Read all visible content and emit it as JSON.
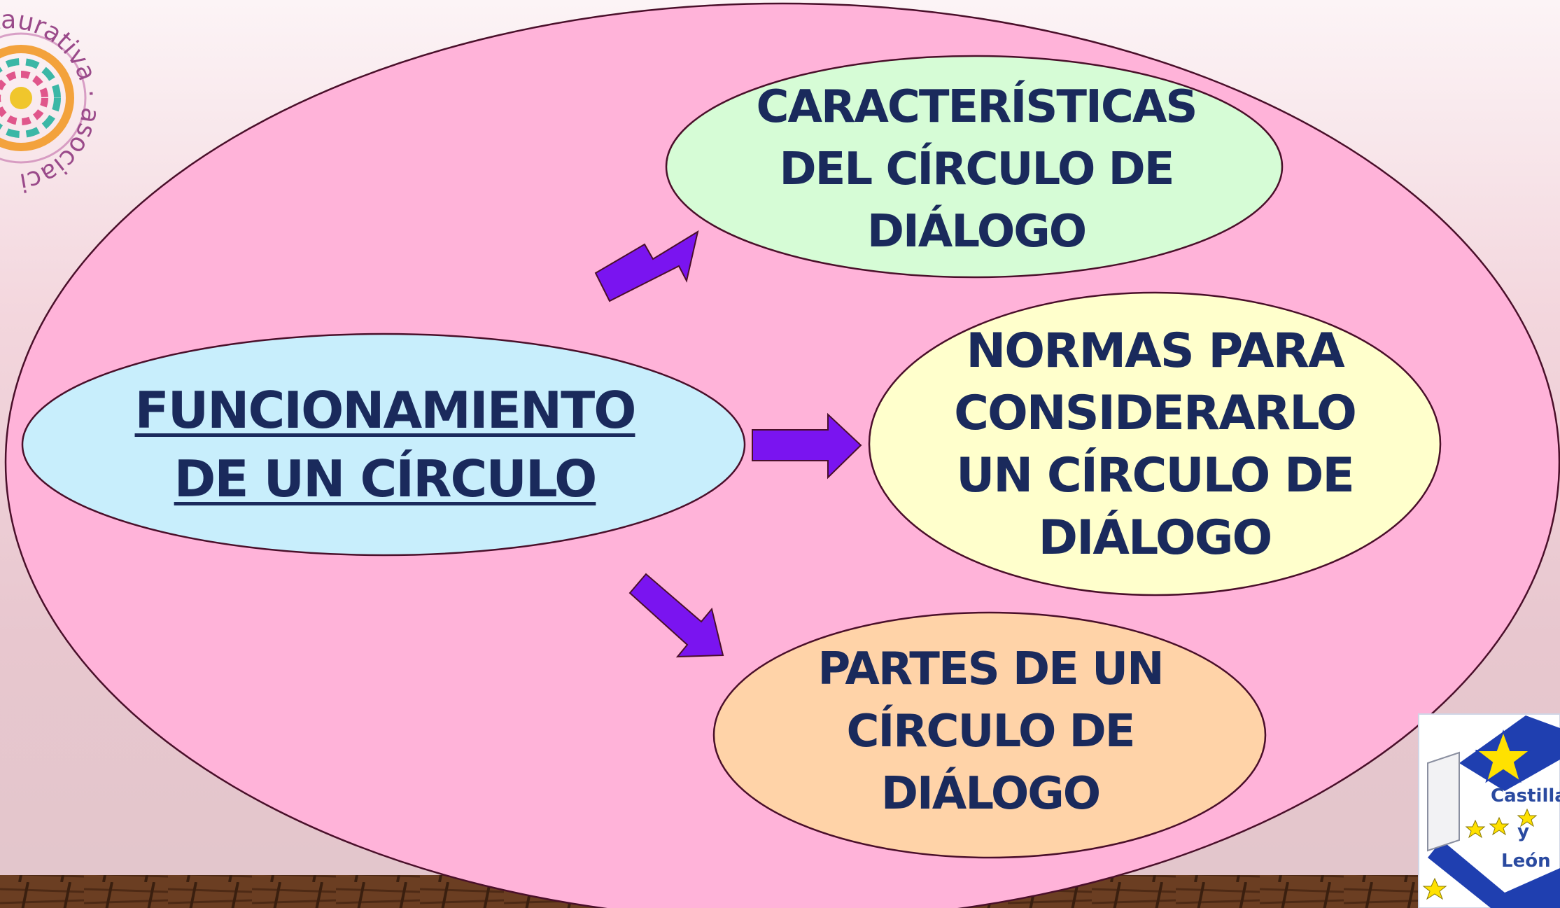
{
  "diagram": {
    "center": {
      "line1": "FUNCIONAMIENTO",
      "line2": "DE UN CÍRCULO"
    },
    "top": {
      "text": "CARACTERÍSTICAS\nDEL CÍRCULO DE\nDIÁLOGO"
    },
    "right": {
      "text": "NORMAS PARA\nCONSIDERARLO\nUN CÍRCULO DE\nDIÁLOGO"
    },
    "bottom": {
      "text": "PARTES DE UN\nCÍRCULO DE\nDIÁLOGO"
    }
  },
  "logos": {
    "top_left_arc_text": "restaurativa · asociación juní",
    "castilla_leon": {
      "line1": "Castilla",
      "line2": "y",
      "line3": "León"
    }
  },
  "colors": {
    "outer_ellipse": "#ffb3d9",
    "center_bubble": "#c8eefc",
    "top_bubble": "#d6fcd6",
    "right_bubble": "#ffffcc",
    "bottom_bubble": "#ffd3a8",
    "arrow": "#7a14f0",
    "text": "#1a2a5c",
    "outline": "#4a0f2a"
  }
}
